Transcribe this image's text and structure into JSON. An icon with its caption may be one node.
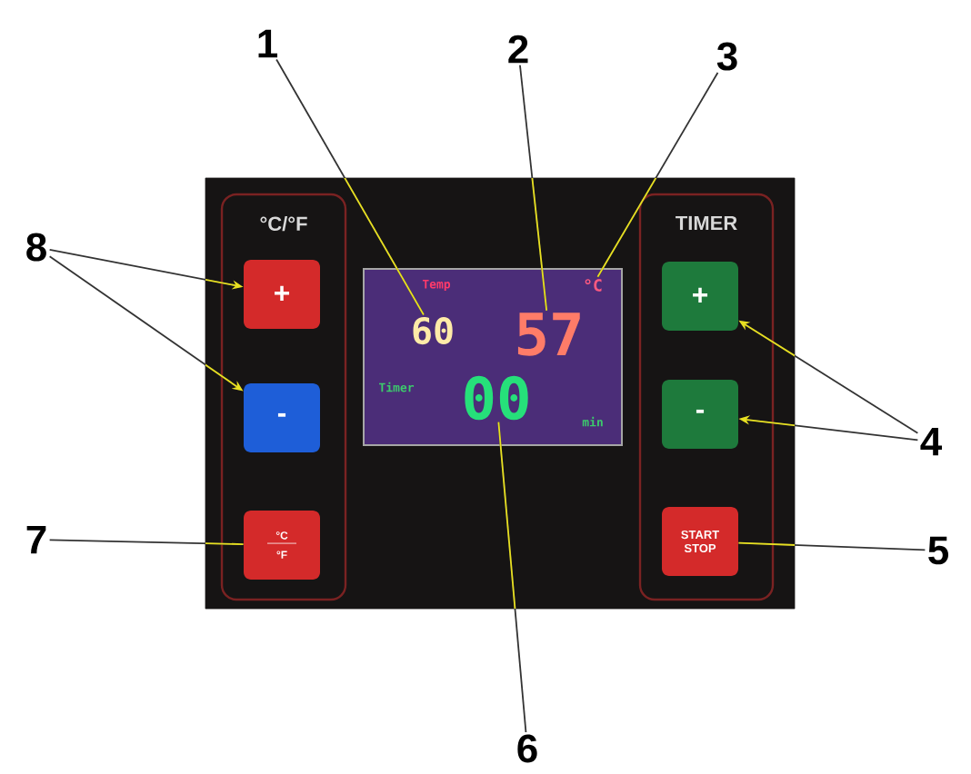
{
  "diagram": {
    "nodes": [
      {
        "text": [
          "1"
        ]
      },
      {
        "text": [
          "2"
        ]
      },
      {
        "text": [
          "3"
        ]
      },
      {
        "text": [],
        "shape": "box"
      },
      {
        "text": [
          "°C/°F"
        ],
        "in": 3
      },
      {
        "text": [
          "TIMER"
        ],
        "in": 3
      },
      {
        "text": [
          "+"
        ],
        "in": 4
      },
      {
        "text": [],
        "shape": "box",
        "in": 3
      },
      {
        "text": [
          "60"
        ],
        "in": 7
      },
      {
        "text": [
          "57"
        ],
        "in": 7
      },
      {
        "text": [
          "°C"
        ],
        "in": 7
      },
      {
        "text": [
          "+"
        ],
        "in": 5
      },
      {
        "text": [
          "8"
        ]
      },
      {
        "text": [
          "4"
        ]
      },
      {
        "text": [
          "-"
        ],
        "in": 4
      },
      {
        "text": [
          "-"
        ],
        "in": 5
      },
      {
        "text": [
          "00"
        ],
        "in": 7
      },
      {
        "text": [
          "7"
        ]
      },
      {
        "text": [
          "°C",
          "°F"
        ],
        "in": 4
      },
      {
        "text": [
          "START STOP"
        ],
        "in": 5
      },
      {
        "text": [
          "5"
        ]
      },
      {
        "text": [
          "6"
        ]
      }
    ],
    "edges": [
      {
        "from": 0,
        "to": 8,
        "arrow": "none"
      },
      {
        "from": 1,
        "to": 9,
        "arrow": "none"
      },
      {
        "from": 2,
        "to": 10,
        "arrow": "none"
      },
      {
        "from": 12,
        "to": 6,
        "arrow": "to"
      },
      {
        "from": 12,
        "to": 14,
        "arrow": "to"
      },
      {
        "from": 13,
        "to": 11,
        "arrow": "to"
      },
      {
        "from": 13,
        "to": 15,
        "arrow": "to"
      },
      {
        "from": 17,
        "to": 18,
        "arrow": "none"
      },
      {
        "from": 20,
        "to": 19,
        "arrow": "none"
      },
      {
        "from": 21,
        "to": 16,
        "arrow": "none"
      }
    ],
    "labels": [
      "Temp",
      "Timer",
      "min"
    ]
  }
}
